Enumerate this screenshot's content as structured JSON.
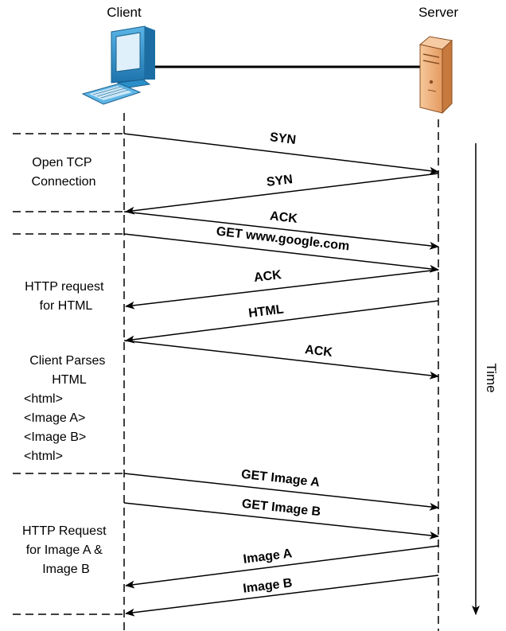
{
  "client_label": "Client",
  "server_label": "Server",
  "time_label": "Time",
  "phases": [
    {
      "id": "tcp",
      "lines": [
        "Open TCP",
        "Connection"
      ]
    },
    {
      "id": "http-html",
      "lines": [
        "HTTP request",
        "for HTML"
      ]
    },
    {
      "id": "parse",
      "lines": [
        "Client Parses",
        "HTML"
      ]
    },
    {
      "id": "html-tags",
      "lines": [
        "<html>",
        "<Image A>",
        "<Image B>",
        "<html>"
      ]
    },
    {
      "id": "http-images",
      "lines": [
        "HTTP Request",
        "for Image A &",
        "Image B"
      ]
    }
  ],
  "messages": [
    {
      "label": "SYN",
      "direction": "to-server"
    },
    {
      "label": "SYN",
      "direction": "to-client"
    },
    {
      "label": "ACK",
      "direction": "to-server"
    },
    {
      "label": "GET www.google.com",
      "direction": "to-server"
    },
    {
      "label": "ACK",
      "direction": "to-client"
    },
    {
      "label": "HTML",
      "direction": "to-client"
    },
    {
      "label": "ACK",
      "direction": "to-server"
    },
    {
      "label": "GET Image A",
      "direction": "to-server"
    },
    {
      "label": "GET Image B",
      "direction": "to-server"
    },
    {
      "label": "Image A",
      "direction": "to-client"
    },
    {
      "label": "Image B",
      "direction": "to-client"
    }
  ],
  "colors": {
    "line": "#000000",
    "monitor_body": "#2a8fc8",
    "monitor_screen": "#d8ecf6",
    "keyboard": "#3a9ad6",
    "server_body": "#f0b07a",
    "server_side": "#d98a50"
  }
}
